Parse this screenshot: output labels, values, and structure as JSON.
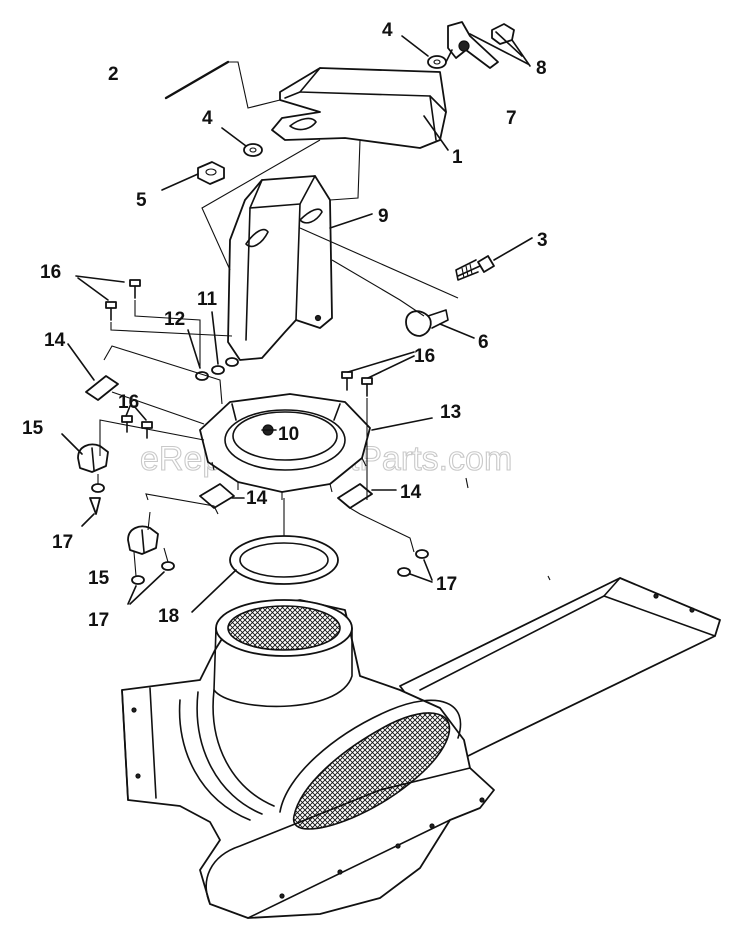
{
  "watermark": "eReplacementParts.com",
  "callouts": [
    {
      "id": "c1",
      "text": "1"
    },
    {
      "id": "c2",
      "text": "2"
    },
    {
      "id": "c3",
      "text": "3"
    },
    {
      "id": "c4a",
      "text": "4"
    },
    {
      "id": "c4b",
      "text": "4"
    },
    {
      "id": "c5",
      "text": "5"
    },
    {
      "id": "c6",
      "text": "6"
    },
    {
      "id": "c7",
      "text": "7"
    },
    {
      "id": "c8",
      "text": "8"
    },
    {
      "id": "c9",
      "text": "9"
    },
    {
      "id": "c10",
      "text": "10"
    },
    {
      "id": "c11",
      "text": "11"
    },
    {
      "id": "c12",
      "text": "12"
    },
    {
      "id": "c13",
      "text": "13"
    },
    {
      "id": "c14a",
      "text": "14"
    },
    {
      "id": "c14b",
      "text": "14"
    },
    {
      "id": "c14c",
      "text": "14"
    },
    {
      "id": "c15a",
      "text": "15"
    },
    {
      "id": "c15b",
      "text": "15"
    },
    {
      "id": "c16a",
      "text": "16"
    },
    {
      "id": "c16b",
      "text": "16"
    },
    {
      "id": "c16c",
      "text": "16"
    },
    {
      "id": "c17a",
      "text": "17"
    },
    {
      "id": "c17b",
      "text": "17"
    },
    {
      "id": "c17c",
      "text": "17"
    },
    {
      "id": "c18",
      "text": "18"
    }
  ]
}
